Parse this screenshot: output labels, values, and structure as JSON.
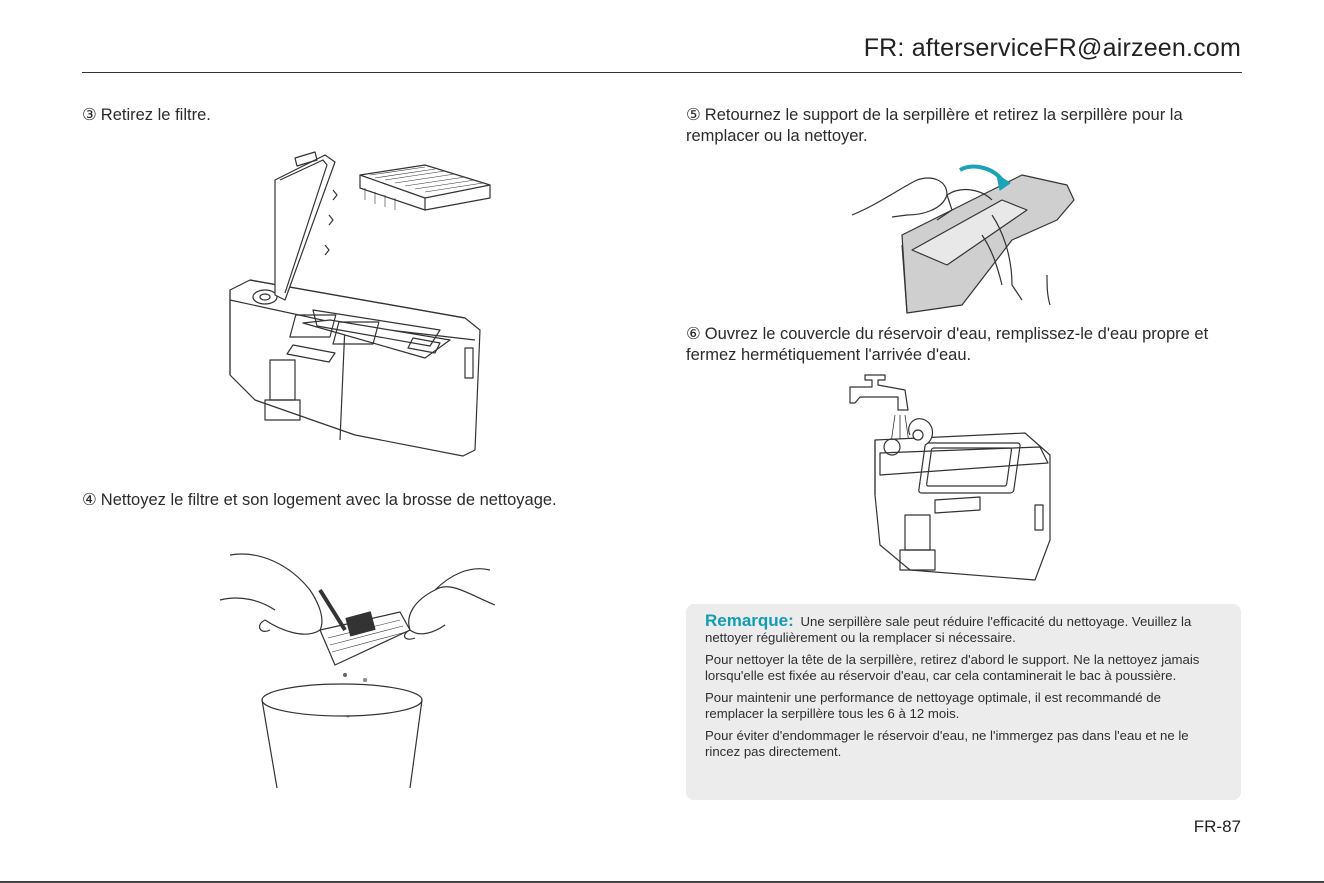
{
  "header": {
    "contact": "FR: afterserviceFR@airzeen.com"
  },
  "steps": [
    {
      "num": "③",
      "text": "Retirez le filtre."
    },
    {
      "num": "④",
      "text": "Nettoyez le filtre et son logement avec la brosse de nettoyage."
    },
    {
      "num": "⑤",
      "text": "Retournez le support de la serpillère et retirez la serpillère pour la remplacer ou la nettoyer."
    },
    {
      "num": "⑥",
      "text": "Ouvrez le couvercle du réservoir d'eau, remplissez-le d'eau propre et fermez hermétiquement l'arrivée d'eau."
    }
  ],
  "note": {
    "label": "Remarque:",
    "p1": "Une serpillère sale peut réduire l'efficacité du nettoyage. Veuillez la nettoyer régulièrement ou la remplacer si nécessaire.",
    "p2": "Pour nettoyer la tête de la serpillère, retirez d'abord le support. Ne la nettoyez jamais lorsqu'elle est fixée au réservoir d'eau, car cela contaminerait le bac à poussière.",
    "p3": "Pour maintenir une performance de nettoyage optimale, il est recommandé de remplacer la serpillère tous les 6 à 12 mois.",
    "p4": "Pour éviter d'endommager le réservoir d'eau, ne l'immergez pas dans l'eau et ne le rincez pas directement."
  },
  "footer": {
    "page": "FR-87"
  },
  "colors": {
    "accent": "#139bb4",
    "arrow": "#1aa3b8",
    "note_bg": "#ececec"
  }
}
